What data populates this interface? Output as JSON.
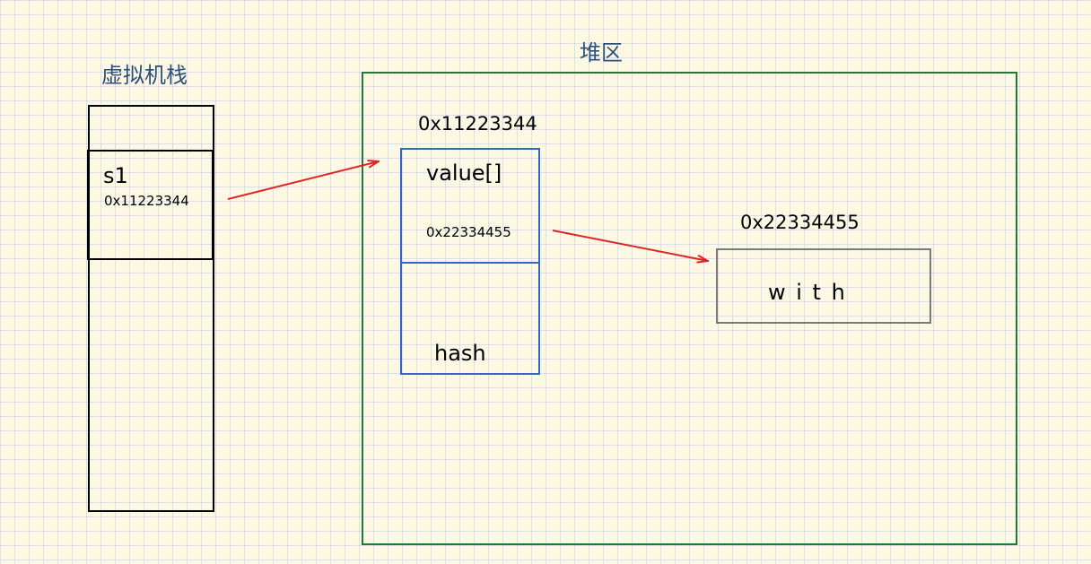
{
  "stack": {
    "title": "虚拟机栈",
    "variable": "s1",
    "reference": "0x11223344"
  },
  "heap": {
    "title": "堆区",
    "string_object": {
      "address": "0x11223344",
      "value_field": "value[]",
      "value_reference": "0x22334455",
      "hash_field": "hash"
    },
    "char_array": {
      "address": "0x22334455",
      "chars": "w i t h"
    }
  },
  "colors": {
    "stack_border": "#000000",
    "heap_border": "#1f7a36",
    "object_border": "#2f67c4",
    "array_border": "#7a7a7a",
    "arrow": "#e02424",
    "title": "#2e4f7a"
  }
}
